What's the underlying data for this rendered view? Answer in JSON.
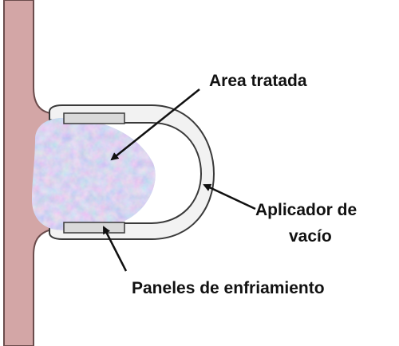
{
  "labels": {
    "treated_area": "Area tratada",
    "applicator_line1": "Aplicador de",
    "applicator_line2": "vacío",
    "cooling_panels": "Paneles de enfriamiento"
  },
  "colors": {
    "skin": "#d3a6a6",
    "skin_outline": "#6b4c4c",
    "tissue_blue": "#a8c6e6",
    "tissue_pink": "#d6b3dc",
    "applicator_fill": "#f2f2f2",
    "applicator_outline": "#3a3a3a",
    "panel_fill": "#d9d9d9",
    "arrow": "#111111"
  }
}
